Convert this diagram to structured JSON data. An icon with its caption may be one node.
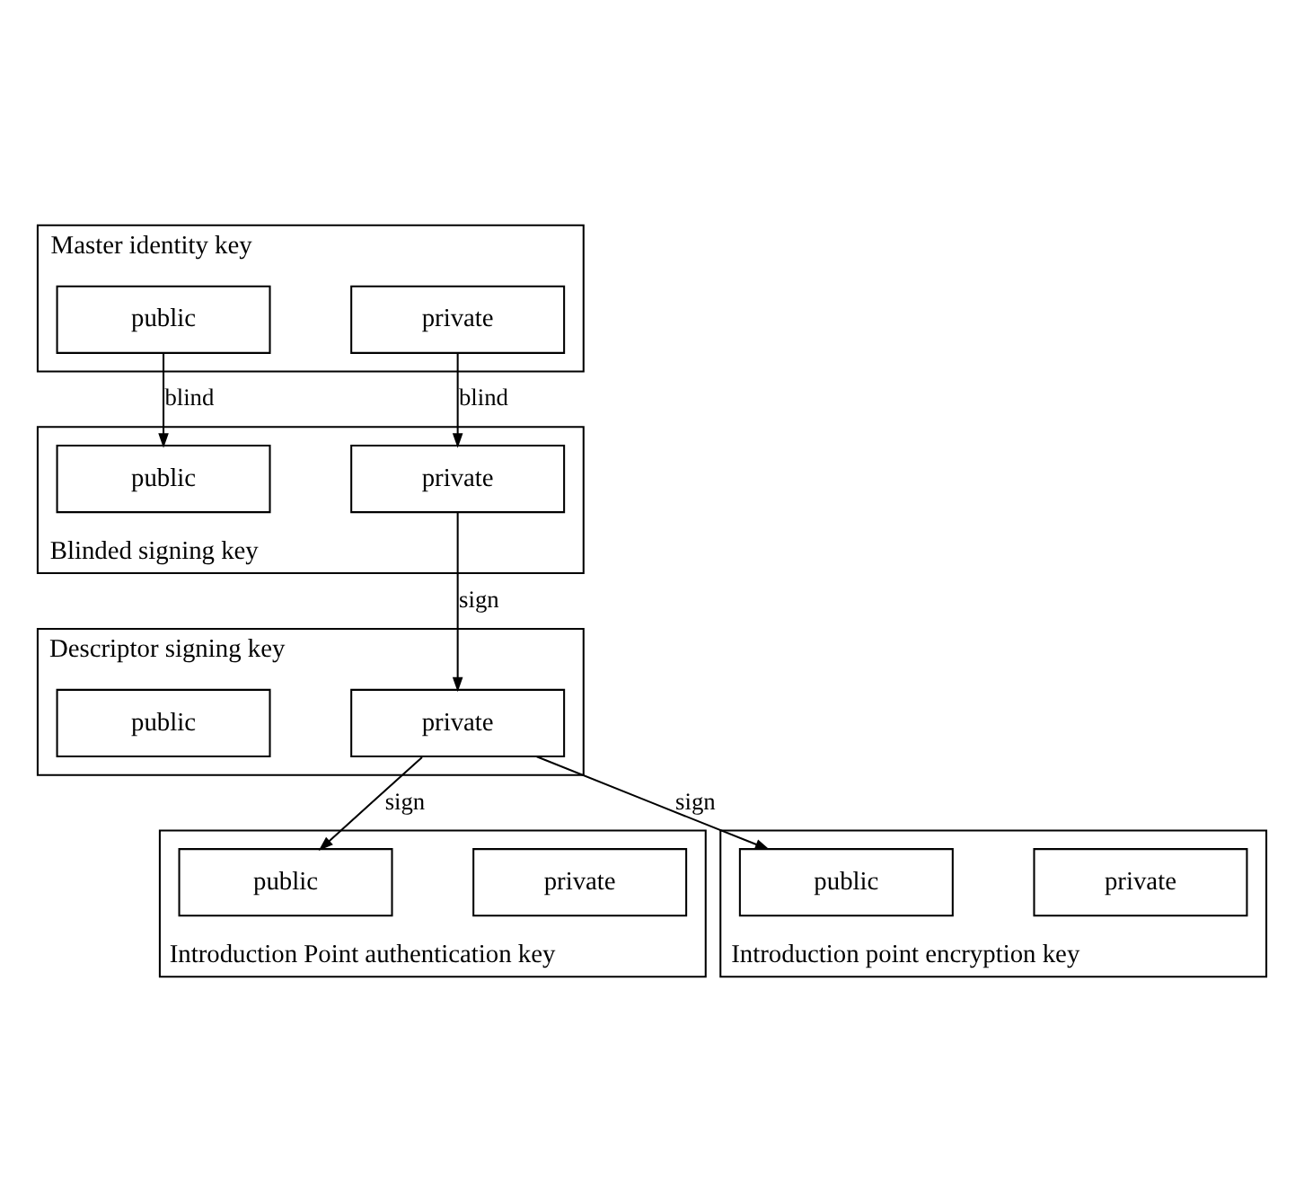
{
  "diagram": {
    "nodes": [
      {
        "text": [
          "Master identity key"
        ]
      },
      {
        "text": [
          "public"
        ],
        "in": 0
      },
      {
        "text": [
          "private"
        ],
        "in": 0
      },
      {
        "text": [
          "Blinded signing key"
        ]
      },
      {
        "text": [
          "public"
        ],
        "in": 3
      },
      {
        "text": [
          "private"
        ],
        "in": 3
      },
      {
        "text": [
          "Descriptor signing key"
        ]
      },
      {
        "text": [
          "public"
        ],
        "in": 6
      },
      {
        "text": [
          "private"
        ],
        "in": 6
      },
      {
        "text": [
          "Introduction Point authentication key"
        ]
      },
      {
        "text": [
          "public"
        ],
        "in": 9
      },
      {
        "text": [
          "private"
        ],
        "in": 9
      },
      {
        "text": [
          "Introduction point encryption key"
        ]
      },
      {
        "text": [
          "public"
        ],
        "in": 12
      },
      {
        "text": [
          "private"
        ],
        "in": 12
      }
    ],
    "edges": [
      {
        "from": 1,
        "to": 4,
        "arrow": "to",
        "label": "blind"
      },
      {
        "from": 2,
        "to": 5,
        "arrow": "to",
        "label": "blind"
      },
      {
        "from": 5,
        "to": 8,
        "arrow": "to",
        "label": "sign"
      },
      {
        "from": 8,
        "to": 10,
        "arrow": "to",
        "label": "sign"
      },
      {
        "from": 8,
        "to": 13,
        "arrow": "to",
        "label": "sign"
      }
    ]
  }
}
